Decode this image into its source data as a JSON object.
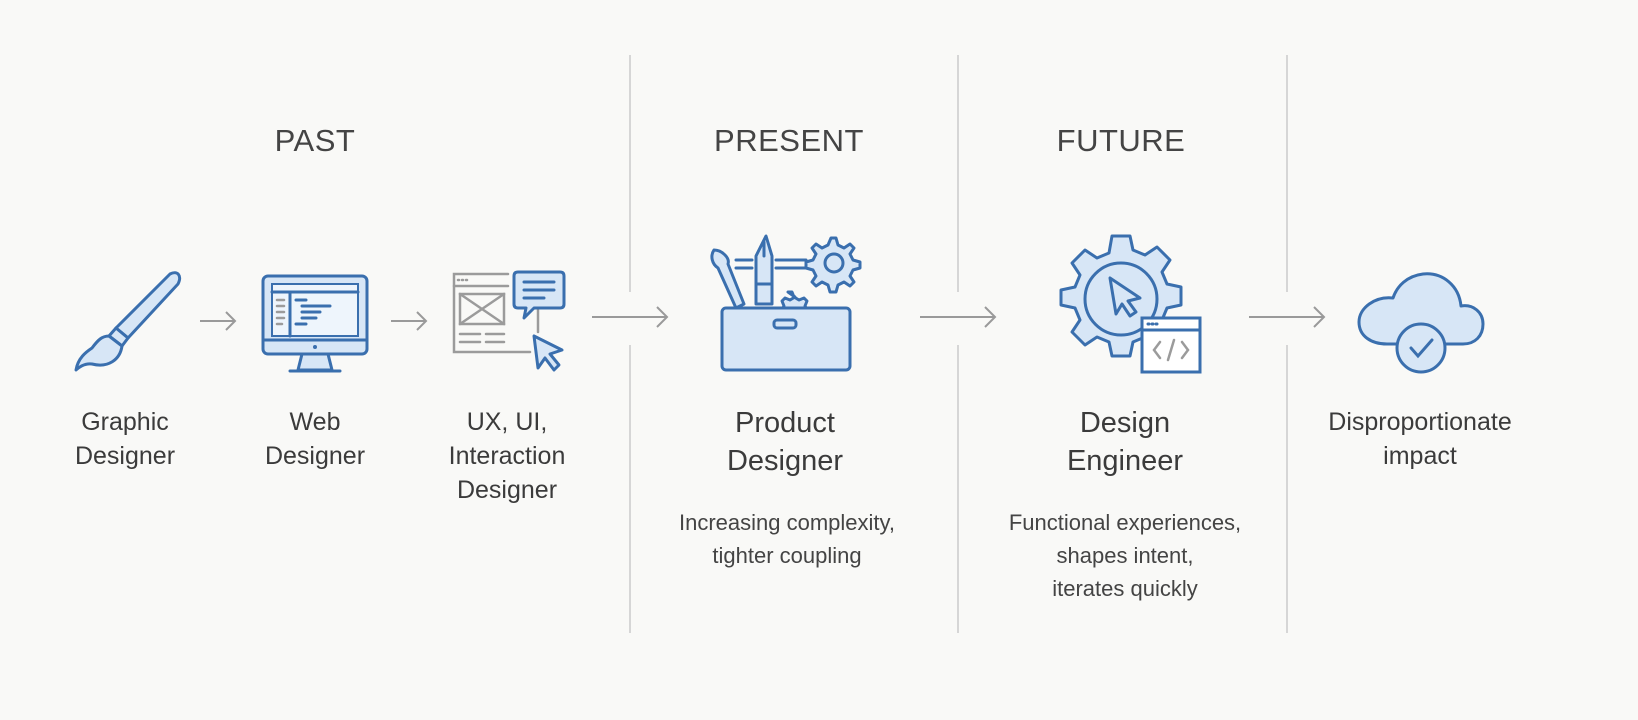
{
  "headings": {
    "past": "PAST",
    "present": "PRESENT",
    "future": "FUTURE"
  },
  "stages": [
    {
      "icon": "paintbrush-icon",
      "label_lines": [
        "Graphic",
        "Designer"
      ]
    },
    {
      "icon": "monitor-code-icon",
      "label_lines": [
        "Web",
        "Designer"
      ]
    },
    {
      "icon": "wireframe-chat-cursor-icon",
      "label_lines": [
        "UX, UI,",
        "Interaction",
        "Designer"
      ]
    },
    {
      "icon": "toolbox-icon",
      "label_lines": [
        "Product",
        "Designer"
      ],
      "description_lines": [
        "Increasing complexity,",
        "tighter coupling"
      ]
    },
    {
      "icon": "gear-cursor-code-icon",
      "label_lines": [
        "Design",
        "Engineer"
      ],
      "description_lines": [
        "Functional experiences,",
        "shapes intent,",
        "iterates quickly"
      ]
    },
    {
      "icon": "cloud-check-icon",
      "label_lines": [
        "Disproportionate",
        "impact"
      ]
    }
  ],
  "colors": {
    "accent": "#3a6fae",
    "accent_fill": "#d7e6f6",
    "background": "#f9f9f7",
    "divider": "#d6d6d6"
  }
}
